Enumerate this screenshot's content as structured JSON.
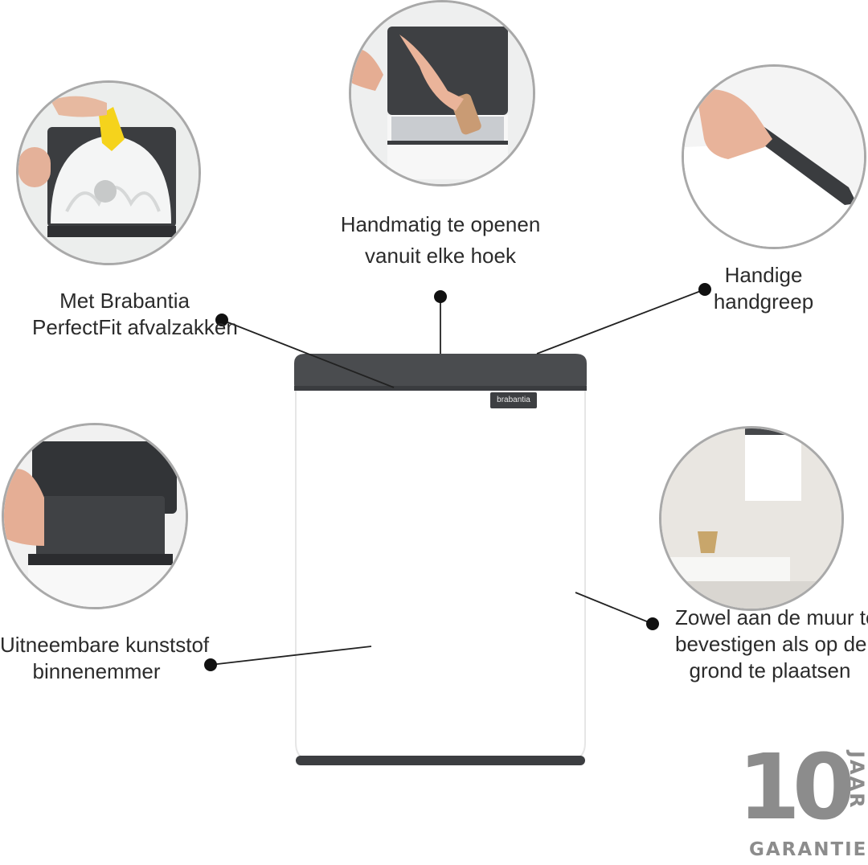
{
  "features": {
    "bags": {
      "line1": "Met Brabantia",
      "line2": "PerfectFit afvalzakken"
    },
    "open": {
      "line1": "Handmatig te openen",
      "line2": "vanuit elke hoek"
    },
    "handle": {
      "line1": "Handige",
      "line2": "handgreep"
    },
    "inner": {
      "line1": "Uitneembare kunststof",
      "line2": "binnenemmer"
    },
    "wall": {
      "line1": "Zowel aan de muur te",
      "line2": "bevestigen als op de",
      "line3": "grond te plaatsen"
    }
  },
  "product": {
    "brand_label": "brabantia"
  },
  "guarantee": {
    "number": "10",
    "unit": "JAAR",
    "label": "GARANTIE"
  },
  "colors": {
    "bin_body": "#ffffff",
    "lid": "#4a4c4f",
    "leader": "#222222",
    "circle_border": "#a9a9a9"
  }
}
